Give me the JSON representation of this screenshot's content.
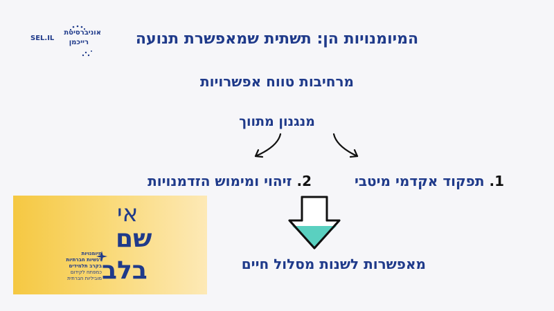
{
  "logo": {
    "sel_text": "SEL.IL",
    "line1": "אוניברסיטת",
    "line2": "רייכמן"
  },
  "slide": {
    "title": "המיומנויות הן: תשתית שמאפשרת תנועה",
    "subtitle1": "מרחיבות טווח אפשרויות",
    "subtitle2": "מנגנון מתווך",
    "item1_num": "1.",
    "item1_text": "תפקוד אקדמי מיטבי",
    "item2_num": "2.",
    "item2_text": "זיהוי ומימוש הזדמנויות",
    "result": "מאפשרות לשנות מסלול חיים"
  },
  "banner": {
    "word1": "אי",
    "word2": "שם",
    "word3": "בלב",
    "small_line1": "מיומנויות",
    "small_line2": "רגשיות חברתיות",
    "small_line3": "בקרב תלמידים",
    "small_line4": "כמפתח לקידום",
    "small_line5": "מוביליות חברתית"
  },
  "colors": {
    "text_blue": "#1f3a8a",
    "arrow_teal": "#5ad0c0",
    "banner_yellow": "#f5c842",
    "background": "#f6f6f9"
  }
}
